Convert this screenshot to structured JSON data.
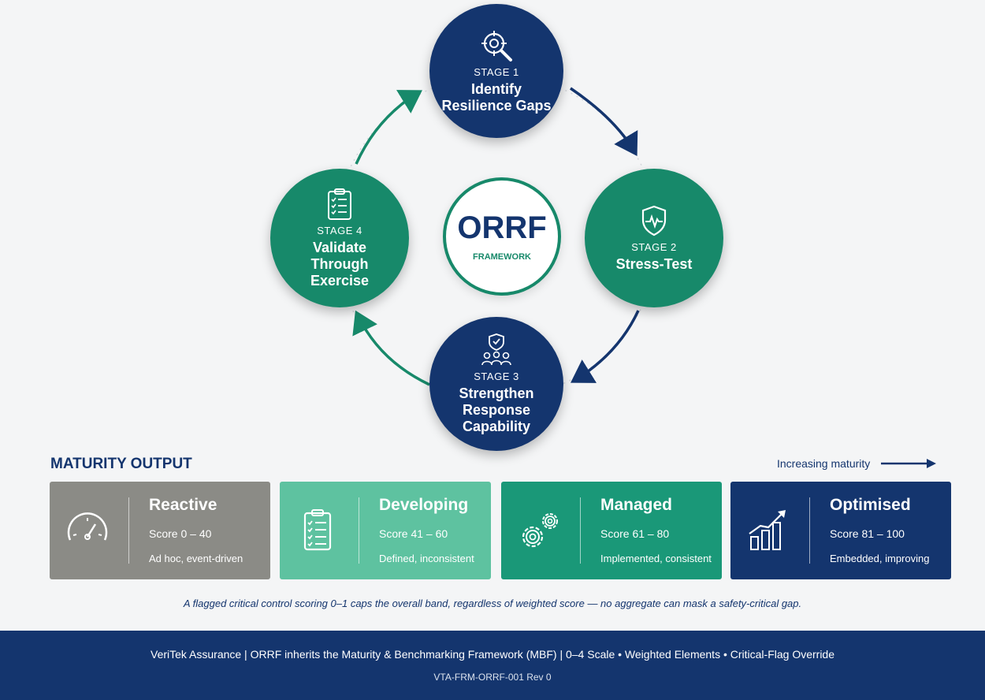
{
  "framework": {
    "title": "ORRF",
    "subtitle": "FRAMEWORK"
  },
  "stages": [
    {
      "number_label": "STAGE 1",
      "name_lines": [
        "Identify",
        "Resilience Gaps"
      ],
      "icon": "target-magnifier-icon",
      "color": "#14356e"
    },
    {
      "number_label": "STAGE 2",
      "name_lines": [
        "Stress-Test"
      ],
      "icon": "shield-pulse-icon",
      "color": "#17896a"
    },
    {
      "number_label": "STAGE 3",
      "name_lines": [
        "Strengthen",
        "Response",
        "Capability"
      ],
      "icon": "shield-team-icon",
      "color": "#14356e"
    },
    {
      "number_label": "STAGE 4",
      "name_lines": [
        "Validate",
        "Through",
        "Exercise"
      ],
      "icon": "clipboard-checklist-icon",
      "color": "#17896a"
    }
  ],
  "maturity": {
    "title": "MATURITY OUTPUT",
    "direction_label": "Increasing maturity",
    "bands": [
      {
        "name": "Reactive",
        "score": "Score 0 – 40",
        "description": "Ad hoc, event-driven",
        "icon": "gauge-icon",
        "color": "#8b8b86"
      },
      {
        "name": "Developing",
        "score": "Score 41 – 60",
        "description": "Defined, inconsistent",
        "icon": "clipboard-checklist-icon",
        "color": "#5ec2a0"
      },
      {
        "name": "Managed",
        "score": "Score 61 – 80",
        "description": "Implemented, consistent",
        "icon": "gears-icon",
        "color": "#1a9878"
      },
      {
        "name": "Optimised",
        "score": "Score 81 – 100",
        "description": "Embedded, improving",
        "icon": "bar-chart-trend-icon",
        "color": "#14356e"
      }
    ]
  },
  "note": "A flagged critical control scoring 0–1 caps the overall band, regardless of weighted score — no aggregate can mask a safety-critical gap.",
  "footer": {
    "line1": "VeriTek Assurance | ORRF inherits the Maturity & Benchmarking Framework (MBF) | 0–4 Scale • Weighted Elements • Critical-Flag Override",
    "line2": "VTA-FRM-ORRF-001 Rev 0"
  }
}
